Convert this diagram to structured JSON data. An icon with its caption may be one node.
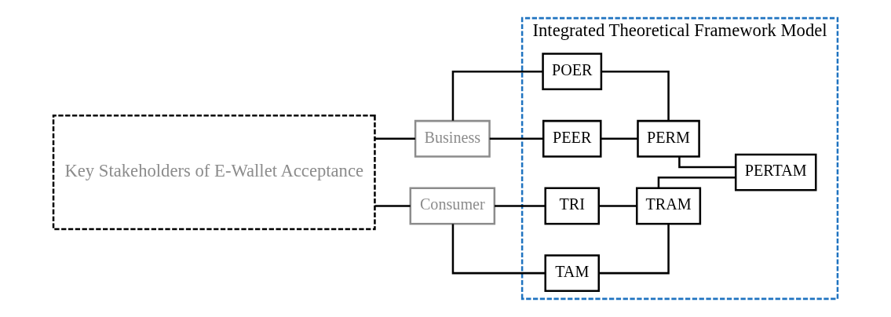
{
  "diagram": {
    "nodes": [
      {
        "text": [
          "Key Stakeholders of E-Wallet Acceptance"
        ]
      },
      {
        "text": [
          "Business"
        ]
      },
      {
        "text": [
          "Consumer"
        ]
      },
      {
        "text": [
          "Integrated Theoretical Framework Model"
        ]
      },
      {
        "text": [
          "POER"
        ],
        "in": 3
      },
      {
        "text": [
          "PEER"
        ],
        "in": 3
      },
      {
        "text": [
          "PERM"
        ],
        "in": 3
      },
      {
        "text": [
          "TRI"
        ],
        "in": 3
      },
      {
        "text": [
          "TAM"
        ],
        "in": 3
      },
      {
        "text": [
          "TRAM"
        ],
        "in": 3
      },
      {
        "text": [
          "PERTAM"
        ],
        "in": 3
      }
    ],
    "edges": [
      {
        "from": 0,
        "to": 1,
        "arrow": "none"
      },
      {
        "from": 0,
        "to": 2,
        "arrow": "none"
      },
      {
        "from": 1,
        "to": 4,
        "arrow": "none"
      },
      {
        "from": 1,
        "to": 5,
        "arrow": "none"
      },
      {
        "from": 4,
        "to": 6,
        "arrow": "none"
      },
      {
        "from": 5,
        "to": 6,
        "arrow": "none"
      },
      {
        "from": 2,
        "to": 7,
        "arrow": "none"
      },
      {
        "from": 2,
        "to": 8,
        "arrow": "none"
      },
      {
        "from": 7,
        "to": 9,
        "arrow": "none"
      },
      {
        "from": 8,
        "to": 9,
        "arrow": "none"
      },
      {
        "from": 6,
        "to": 10,
        "arrow": "none"
      },
      {
        "from": 9,
        "to": 10,
        "arrow": "none"
      }
    ]
  }
}
